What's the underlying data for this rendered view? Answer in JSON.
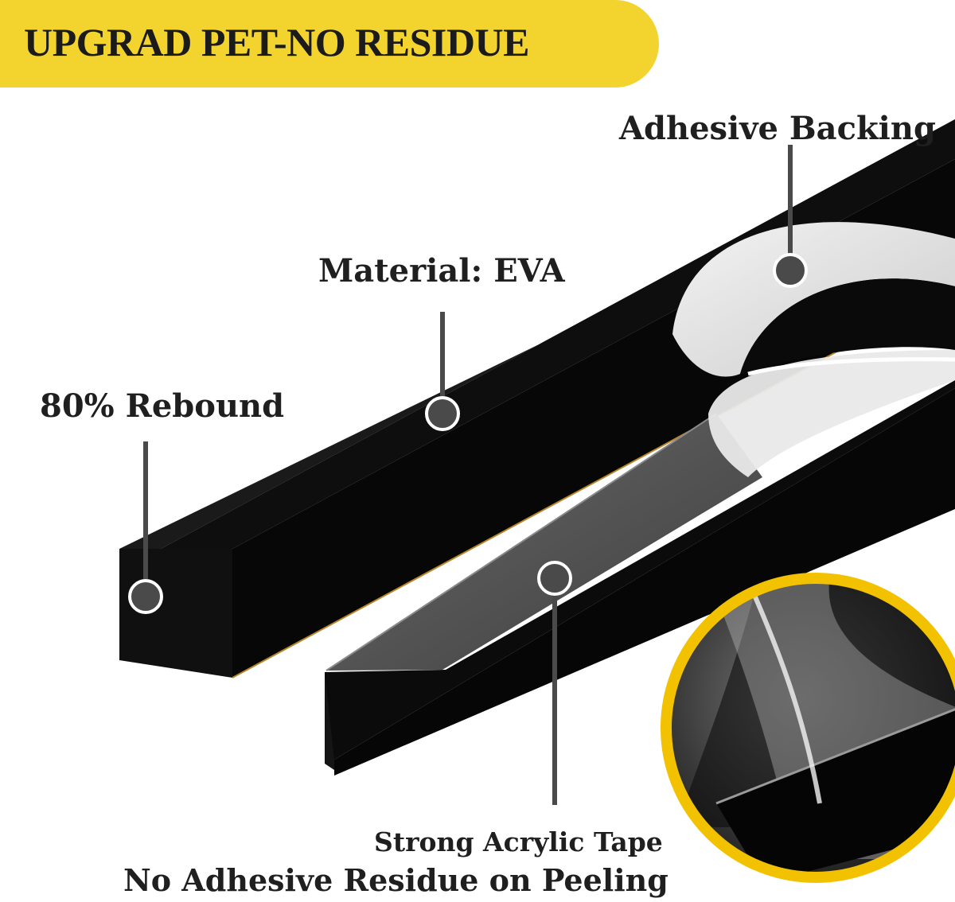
{
  "banner": {
    "text": "UPGRAD PET-NO RESIDUE",
    "color": "#f3d42e"
  },
  "callouts": {
    "adhesive_backing": "Adhesive Backing",
    "material": "Material: EVA",
    "rebound": "80% Rebound",
    "tape": "Strong Acrylic Tape"
  },
  "footer": {
    "tagline": "No Adhesive Residue on Peeling"
  },
  "colors": {
    "foam": "#0b0b0b",
    "tape_face": "#595959",
    "inset_ring": "#f2c200",
    "marker": "#4a4a4a"
  }
}
